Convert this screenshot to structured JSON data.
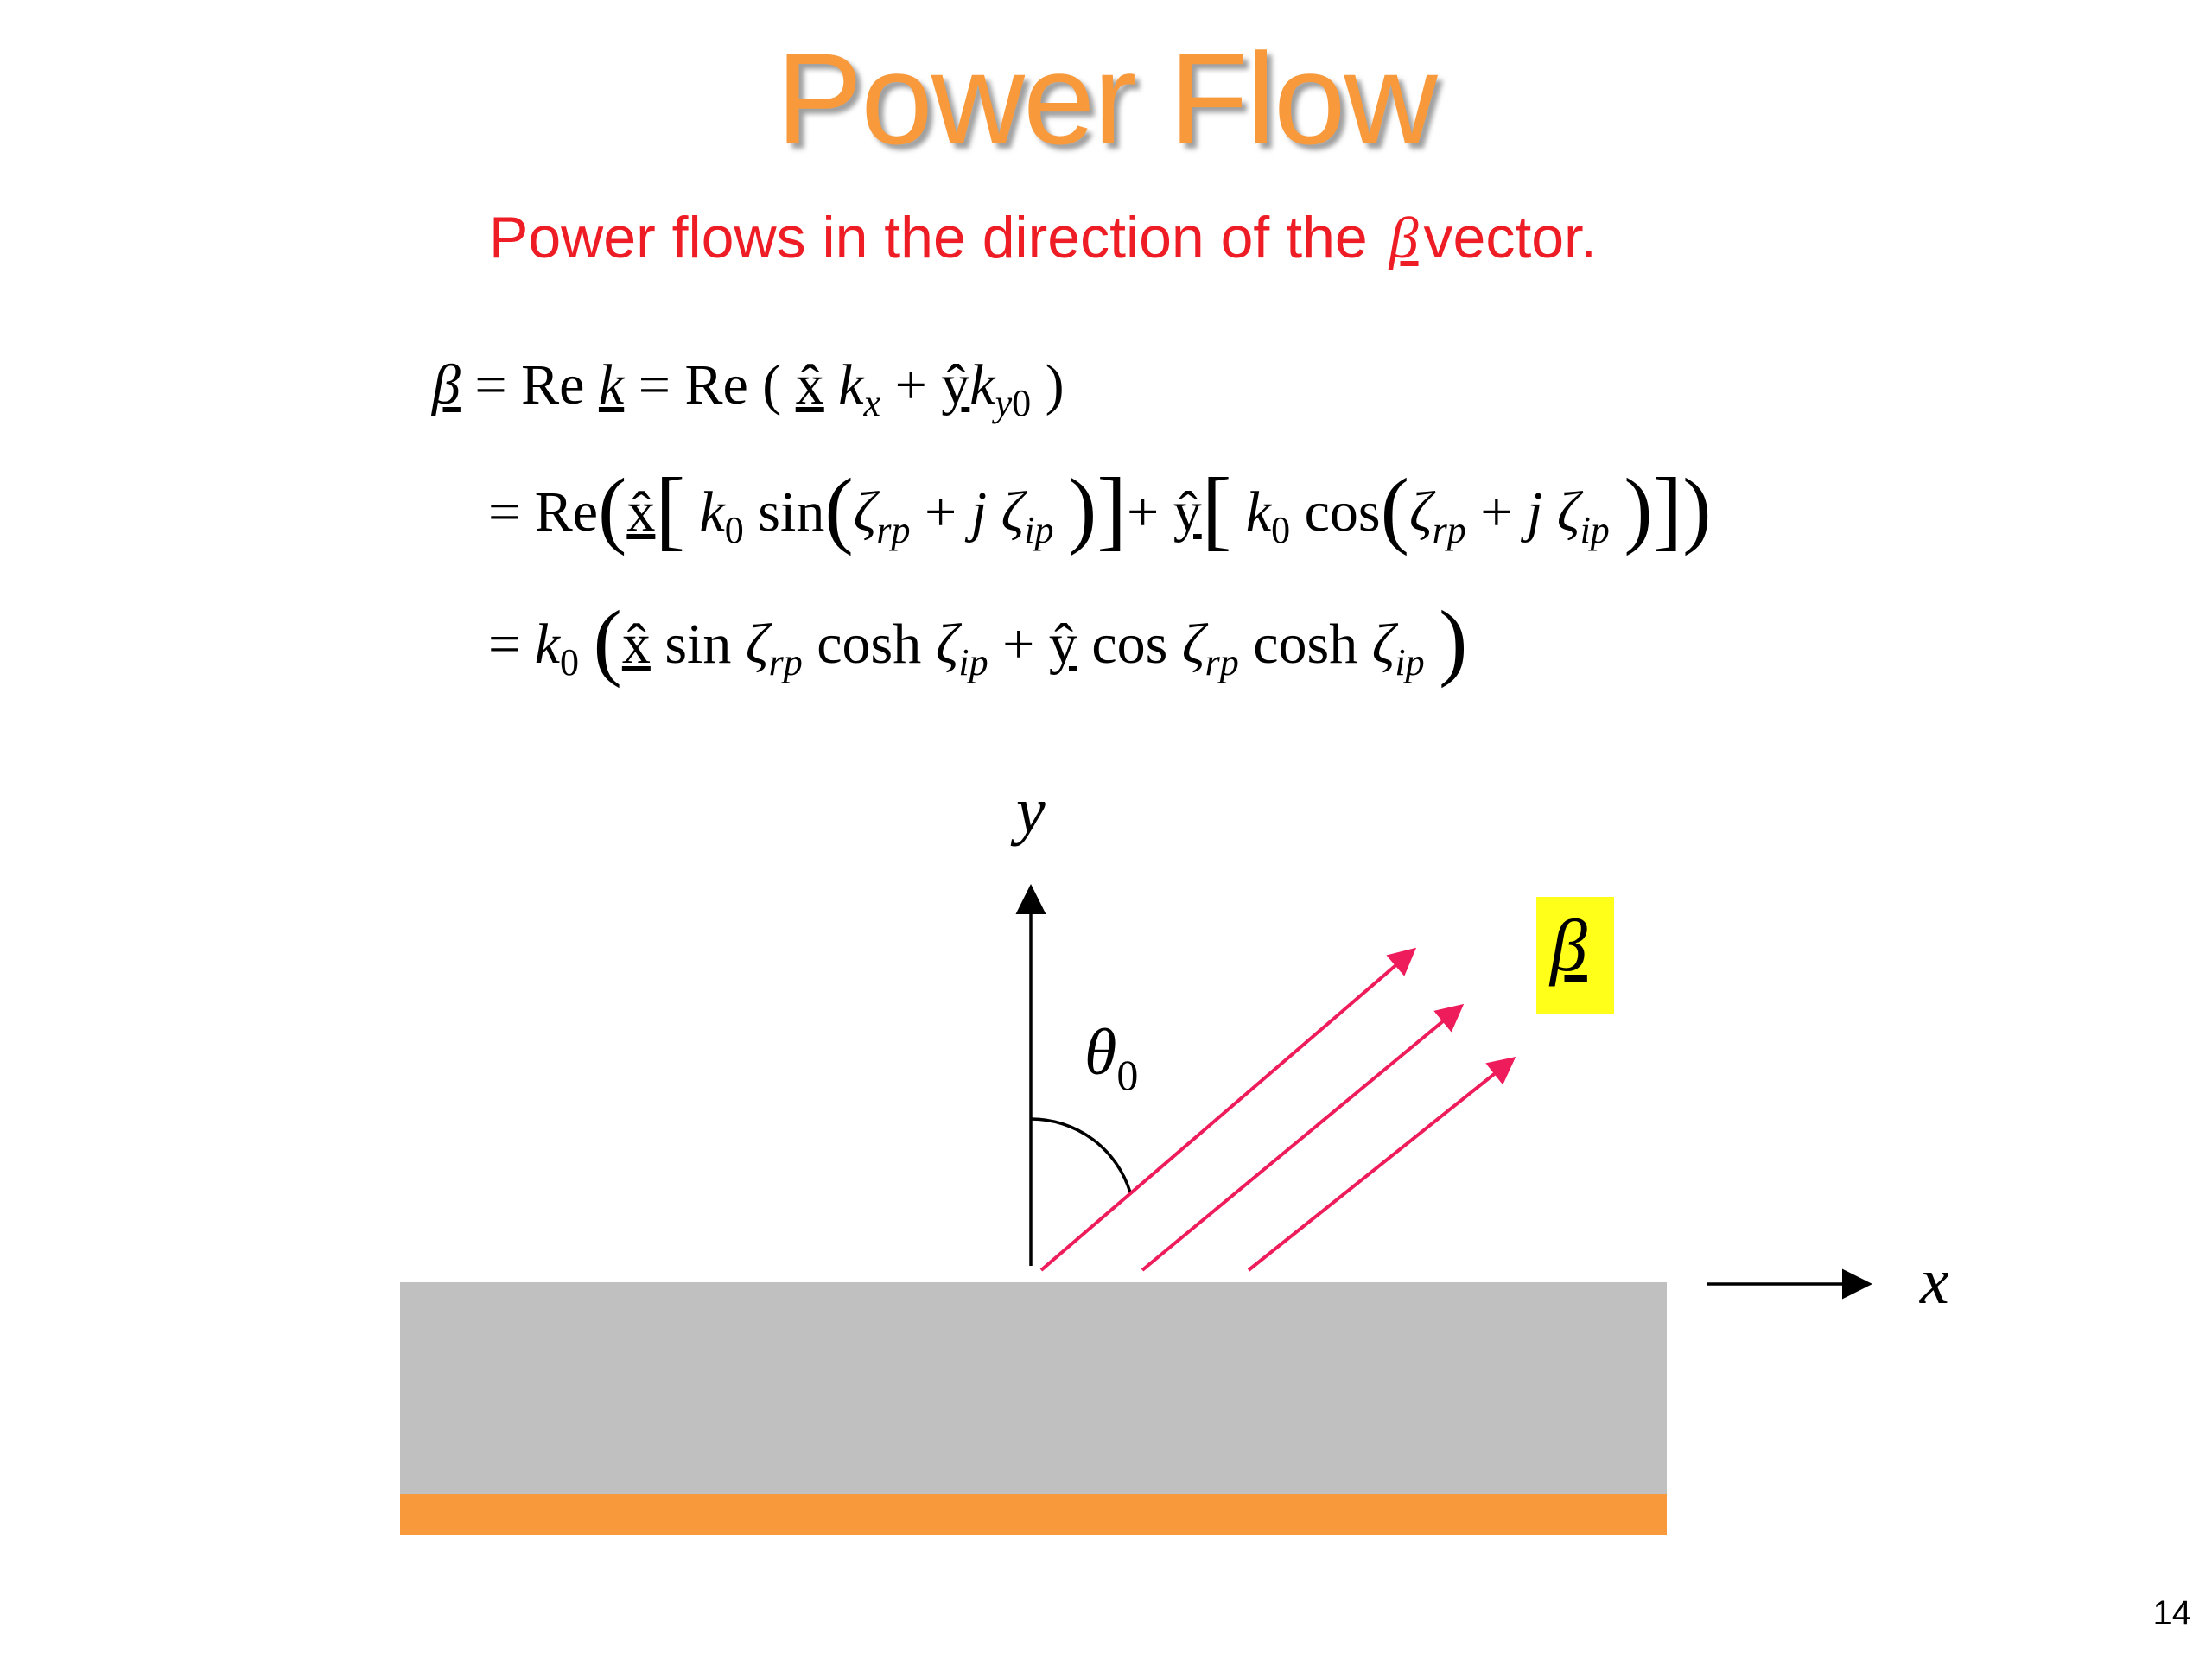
{
  "slide": {
    "title": "Power Flow",
    "subtitle_before": "Power flows in the direction of the",
    "subtitle_symbol": "β",
    "subtitle_after": "vector.",
    "page_number": "14"
  },
  "equations": [
    "β = Re k = Re ( x̂ kx + ŷ ky0 )",
    "= Re( x̂[ k0 sin(ζrp + j ζip) ] + ŷ[ k0 cos(ζrp + j ζip) ] )",
    "= k0 ( x̂ sin ζrp cosh ζip + ŷ cos ζrp cosh ζip )"
  ],
  "diagram": {
    "y_axis_label": "y",
    "x_axis_label": "x",
    "angle_label": "θ",
    "angle_subscript": "0",
    "vector_label": "β",
    "colors": {
      "arrows": "#ee1c5a",
      "slab": "#c0c0c0",
      "slab_base": "#f89a3c",
      "label_highlight": "#ffff1a"
    }
  }
}
